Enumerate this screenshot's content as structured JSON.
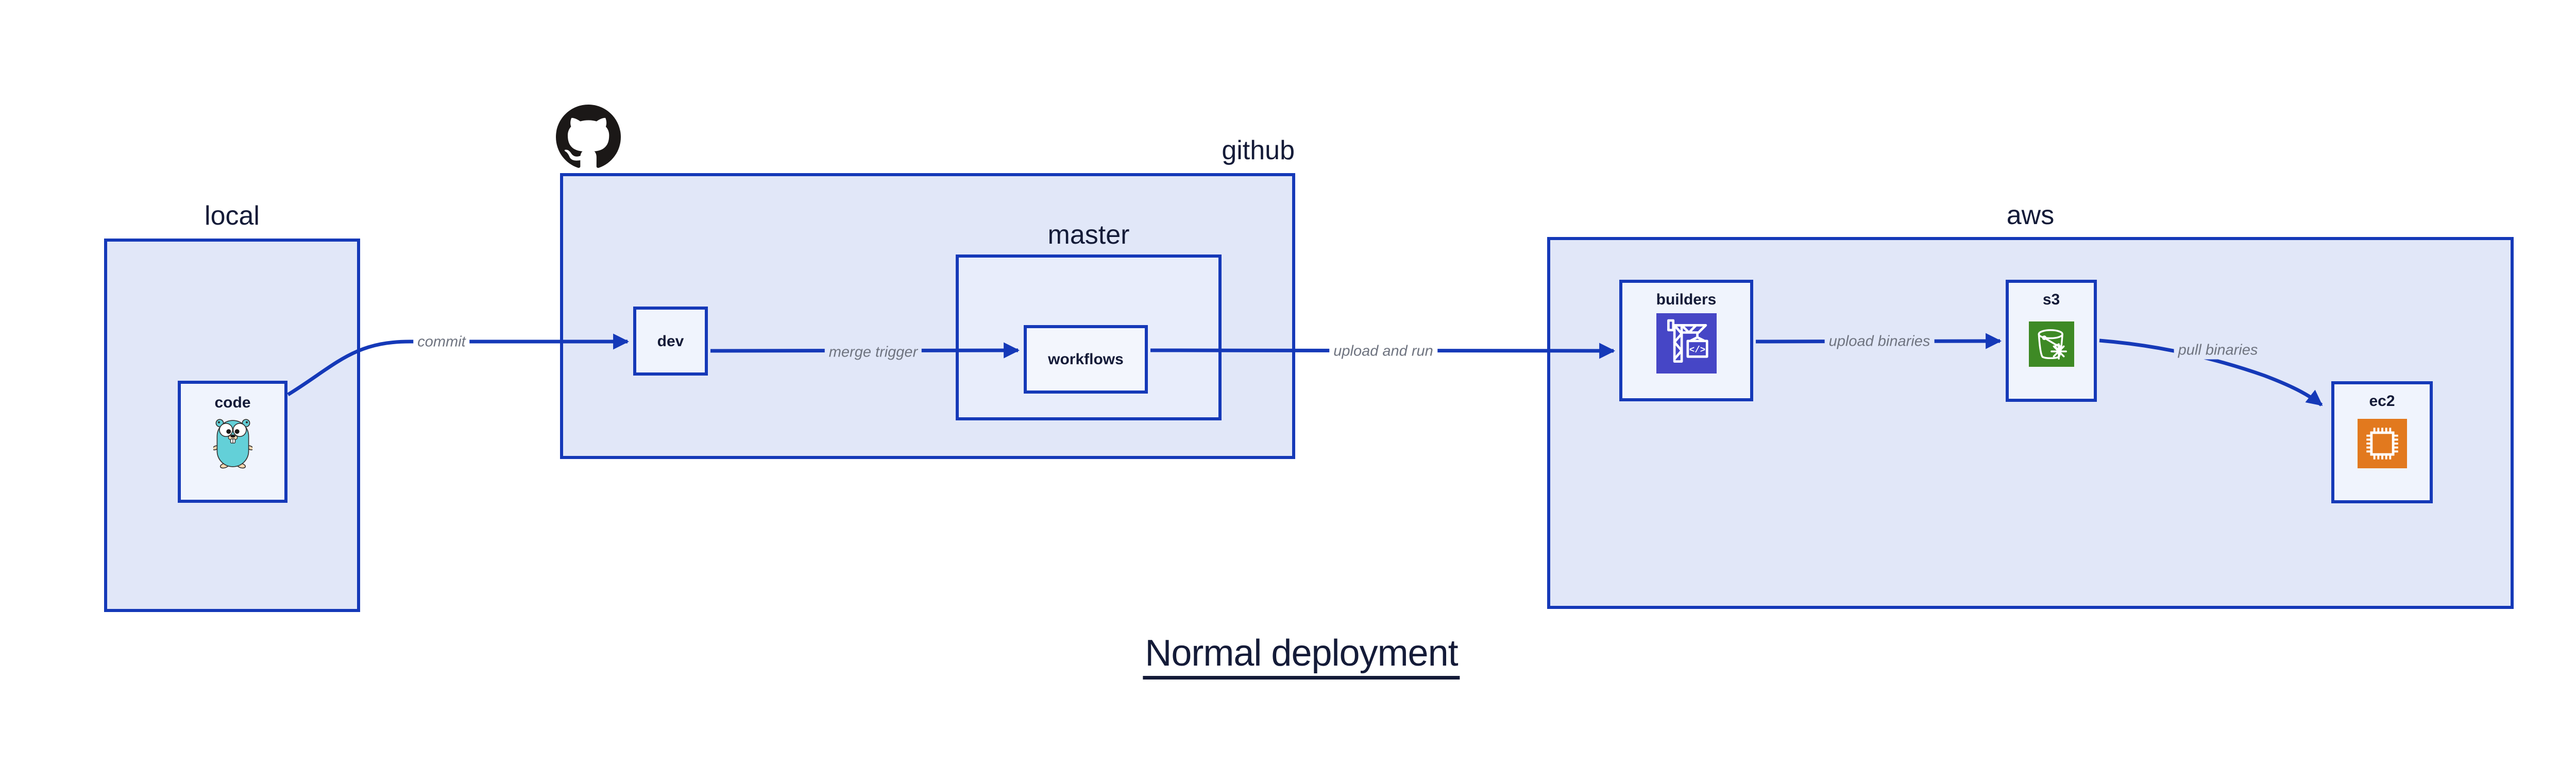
{
  "title": "Normal deployment",
  "groups": [
    {
      "id": "local",
      "label": "local"
    },
    {
      "id": "github",
      "label": "github"
    },
    {
      "id": "master",
      "label": "master"
    },
    {
      "id": "aws",
      "label": "aws"
    }
  ],
  "nodes": [
    {
      "id": "code",
      "label": "code",
      "icon": "go-gopher-icon"
    },
    {
      "id": "dev",
      "label": "dev",
      "icon": null
    },
    {
      "id": "workflows",
      "label": "workflows",
      "icon": null
    },
    {
      "id": "builders",
      "label": "builders",
      "icon": "codebuild-crane-icon"
    },
    {
      "id": "s3",
      "label": "s3",
      "icon": "s3-glacier-bucket-icon"
    },
    {
      "id": "ec2",
      "label": "ec2",
      "icon": "ec2-chip-icon"
    }
  ],
  "edges": [
    {
      "from": "code",
      "to": "dev",
      "label": "commit"
    },
    {
      "from": "dev",
      "to": "workflows",
      "label": "merge trigger"
    },
    {
      "from": "workflows",
      "to": "builders",
      "label": "upload and run"
    },
    {
      "from": "builders",
      "to": "s3",
      "label": "upload binaries"
    },
    {
      "from": "s3",
      "to": "ec2",
      "label": "pull binaries"
    }
  ],
  "icons": {
    "octocat": "github-octocat-icon",
    "codebuild_glyph": "</>"
  },
  "colors": {
    "stroke_blue": "#1539b8",
    "group_fill": "#e1e7f8",
    "inner_group_fill": "#e8edfb",
    "node_fill": "#f0f4fd",
    "text_navy": "#141b38",
    "edge_label_gray": "#6f7480",
    "codebuild_purple": "#4646c6",
    "s3_green": "#3e8a25",
    "ec2_orange": "#e2791e",
    "octocat_black": "#1b1817"
  }
}
